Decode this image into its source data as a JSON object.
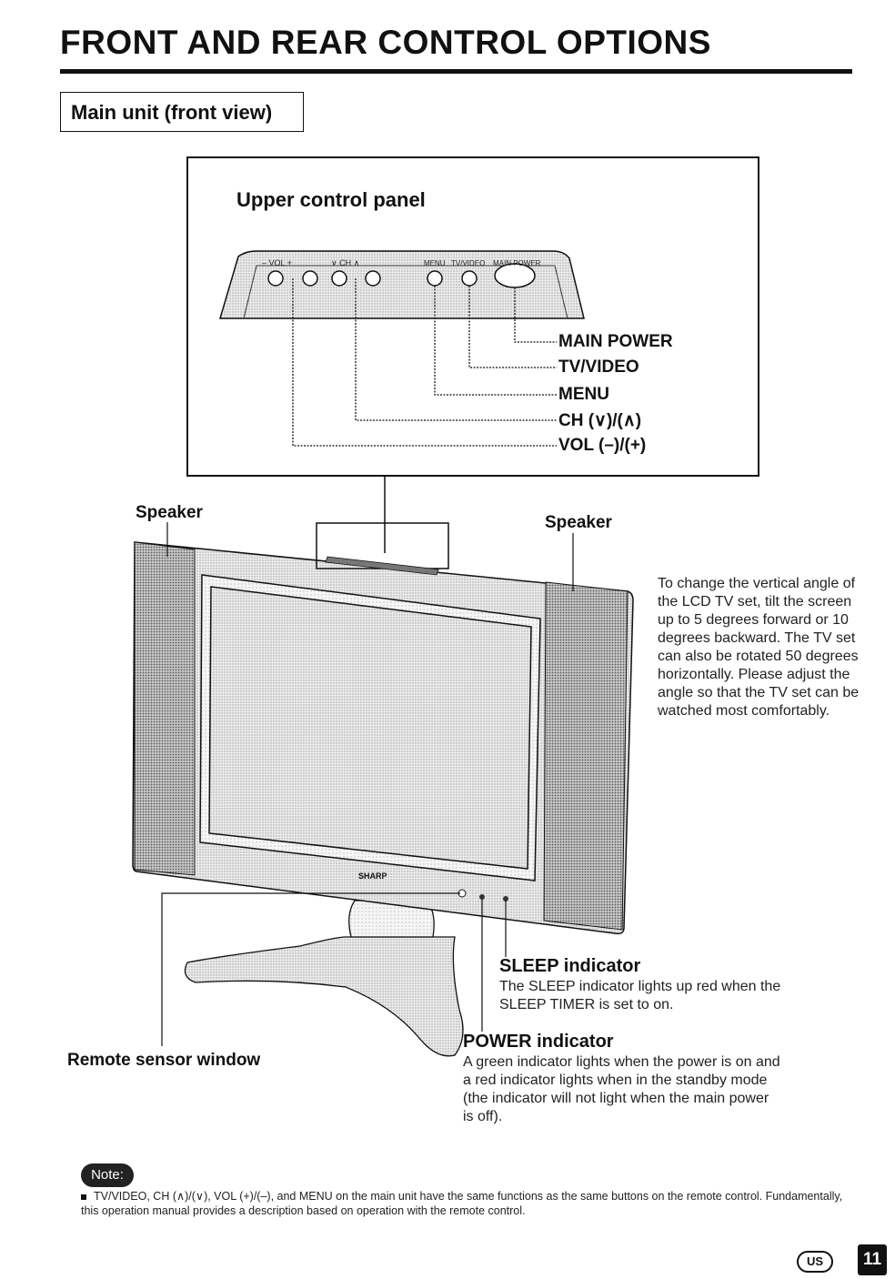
{
  "title": "FRONT AND REAR CONTROL OPTIONS",
  "section": "Main unit (front view)",
  "panel": {
    "title": "Upper control panel",
    "tiny_labels": {
      "vol": "– VOL +",
      "ch": "∨ CH ∧",
      "menu": "MENU",
      "tvvideo": "TV/VIDEO",
      "mainpower": "MAIN POWER"
    },
    "buttons": {
      "main_power": "MAIN POWER",
      "tv_video": "TV/VIDEO",
      "menu": "MENU",
      "ch": "CH (∨)/(∧)",
      "vol": "VOL (–)/(+)"
    }
  },
  "tv": {
    "brand": "SHARP",
    "speaker_left": "Speaker",
    "speaker_right": "Speaker",
    "tilt_text": "To change the vertical angle of the LCD TV set, tilt the screen up to 5 degrees forward or 10 degrees backward. The TV set can also be rotated 50 degrees horizontally. Please adjust the angle so that the TV set can be watched most comfortably.",
    "sleep_title": "SLEEP indicator",
    "sleep_text": "The SLEEP indicator lights up red when the SLEEP TIMER is set to on.",
    "power_title": "POWER indicator",
    "power_text": "A green indicator lights when the power is on and a red indicator lights when in the standby mode (the indicator will not light when the main power is off).",
    "remote_sensor": "Remote sensor window"
  },
  "note": {
    "badge": "Note:",
    "text": "TV/VIDEO, CH (∧)/(∨), VOL (+)/(–), and MENU on the main unit have the same functions as the same buttons on the remote control. Fundamentally, this operation manual provides a description based on operation with the remote control."
  },
  "footer": {
    "region": "US",
    "page": "11"
  }
}
